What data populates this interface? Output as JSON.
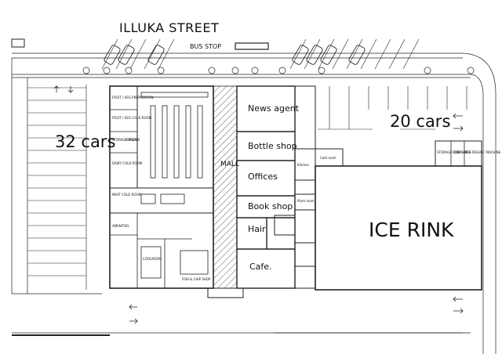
{
  "street": "ILLUKA STREET",
  "bus_stop": "BUS STOP",
  "parking": {
    "west": "32 cars",
    "east": "20 cars"
  },
  "mall": "MALL",
  "shops": {
    "news_agent": "News agent",
    "bottle_shop": "Bottle shop",
    "offices": "Offices",
    "book_shop": "Book shop",
    "hair": "Hair",
    "cafe": "Cafe."
  },
  "ice_rink": "ICE RINK",
  "small_rooms": {
    "kitchen": "Kitchen",
    "cold_room": "Cold room",
    "plant_room": "Plant room",
    "storage": "STORAGE CONTAINER",
    "fork_lift": "FORK LIFT",
    "ice_room": "ICE RESURF. MACHINE"
  },
  "supermarket_rooms": {
    "fruit_veg": "FRUIT / VEG PREPARATION",
    "fruit_veg_cold": "FRUIT / VEG COLD ROOM",
    "storage": "STORAGE AREA",
    "freezer": "FREEZER",
    "dairy": "DAIRY COLD ROOM",
    "meat": "MEAT COLD ROOM",
    "amenities": "AMENITIES",
    "coolroom": "COOLROOM",
    "fish": "FISH & CHIP SHOP"
  },
  "colors": {
    "ink": "#222222",
    "background": "#ffffff"
  }
}
